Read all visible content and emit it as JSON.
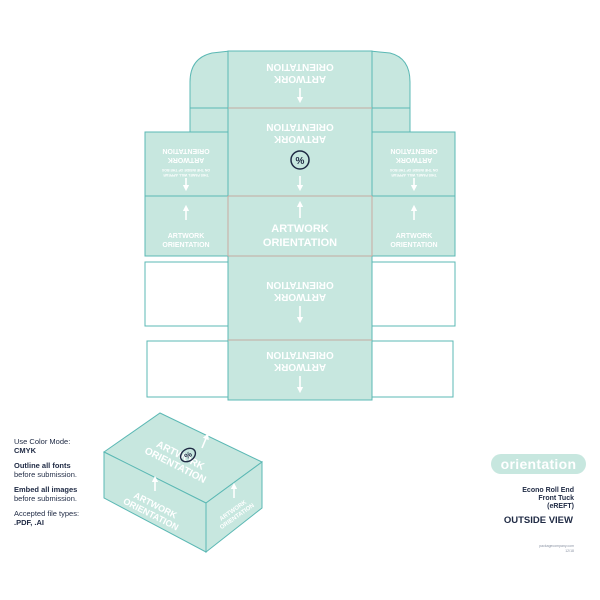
{
  "dieline": {
    "artwork_label": "ARTWORK",
    "orientation_label": "ORIENTATION",
    "artwork_orientation": "ARTWORK ORIENTATION",
    "inside_note": "THE INSIDE OF THE BOX ON THE INSIDE OF THE BOX",
    "side_note_line1": "THIS PANEL WILL APPEAR",
    "side_note_line2": "ON THE INSIDE OF THE BOX",
    "logo_glyph": "%"
  },
  "box_3d": {
    "top_label_line1": "ARTWORK",
    "top_label_line2": "ORIENTATION",
    "front_label_line1": "ARTWORK",
    "front_label_line2": "ORIENTATION",
    "side_label_line1": "ARTWORK",
    "side_label_line2": "ORIENTATION",
    "logo_glyph": "%"
  },
  "instructions": {
    "color_mode_label": "Use Color Mode:",
    "color_mode_value": "CMYK",
    "fonts_bold": "Outline all fonts",
    "fonts_rest": "before submission.",
    "images_bold": "Embed all images",
    "images_rest": "before submission.",
    "file_types_label": "Accepted file types:",
    "file_types_value": ".PDF, .AI"
  },
  "brand": {
    "name": "orientation"
  },
  "product": {
    "line1": "Econo Roll End",
    "line2": "Front Tuck",
    "line3": "(eREFT)"
  },
  "view": {
    "label": "OUTSIDE VIEW"
  },
  "footer": {
    "site": "packagecompany.com",
    "version": "12/18"
  },
  "colors": {
    "panel_fill": "#c7e7df",
    "panel_stroke": "#5bb8b4",
    "fold_line": "#e6a79b",
    "text_dark": "#1f2a44",
    "logo": "#1f2a44"
  }
}
